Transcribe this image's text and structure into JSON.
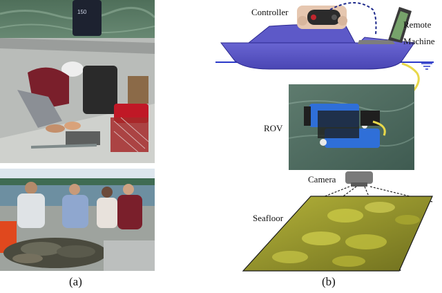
{
  "panel_a": {
    "caption": "(a)",
    "motor_text": "150"
  },
  "panel_b": {
    "caption": "(b)",
    "labels": {
      "controller": "Controller",
      "remote_line1": "Remote",
      "remote_line2": "Machine",
      "rov": "ROV",
      "camera": "Camera",
      "seafloor": "Seafloor"
    }
  },
  "colors": {
    "boat_hull": "#5b57c9",
    "tether": "#e8d84a",
    "water_line": "#2a38c8",
    "rov_blue": "#2f6fd8",
    "seafloor": "#9a9a2a",
    "lake_green": "#3f6b52"
  }
}
